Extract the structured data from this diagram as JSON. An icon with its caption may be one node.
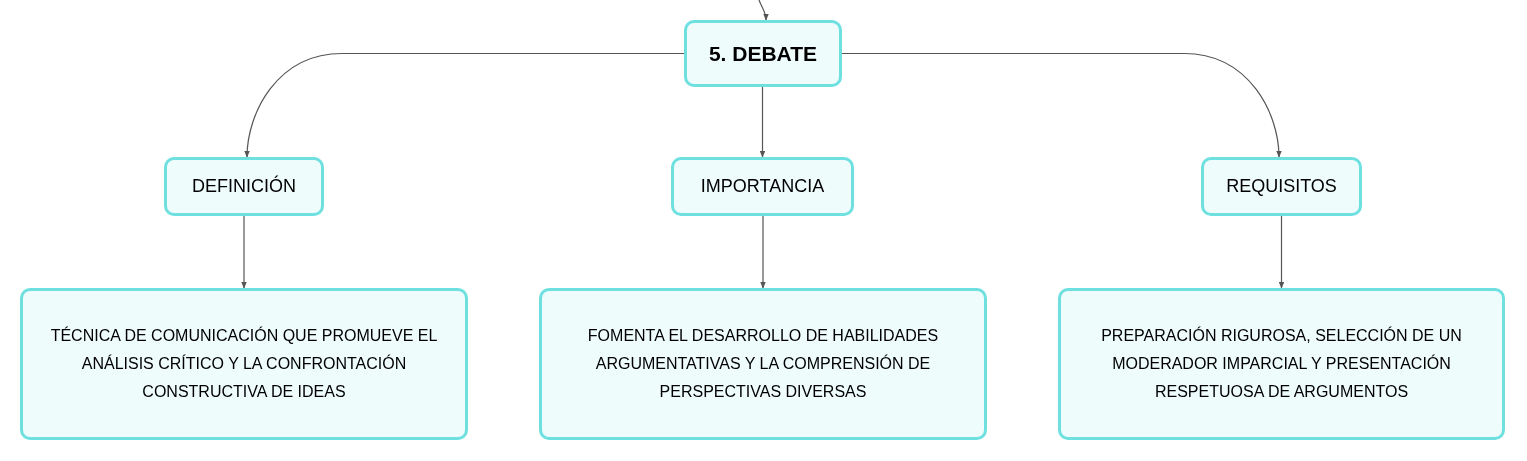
{
  "diagram": {
    "nodes": [
      {
        "text": [
          "5. DEBATE"
        ]
      },
      {
        "text": [
          "DEFINICIÓN"
        ]
      },
      {
        "text": [
          "IMPORTANCIA"
        ]
      },
      {
        "text": [
          "REQUISITOS"
        ]
      },
      {
        "text": [
          "TÉCNICA DE COMUNICACIÓN QUE PROMUEVE EL ANÁLISIS CRÍTICO Y LA CONFRONTACIÓN CONSTRUCTIVA DE IDEAS"
        ]
      },
      {
        "text": [
          "FOMENTA EL DESARROLLO DE HABILIDADES ARGUMENTATIVAS Y LA COMPRENSIÓN DE PERSPECTIVAS DIVERSAS"
        ]
      },
      {
        "text": [
          "PREPARACIÓN RIGUROSA, SELECCIÓN DE UN MODERADOR IMPARCIAL Y PRESENTACIÓN RESPETUOSA DE ARGUMENTOS"
        ]
      }
    ],
    "edges": [
      {
        "from": null,
        "to": 0,
        "arrow": "to"
      },
      {
        "from": 0,
        "to": 1,
        "arrow": "to"
      },
      {
        "from": 0,
        "to": 2,
        "arrow": "to"
      },
      {
        "from": 0,
        "to": 3,
        "arrow": "to"
      },
      {
        "from": 1,
        "to": 4,
        "arrow": "to"
      },
      {
        "from": 2,
        "to": 5,
        "arrow": "to"
      },
      {
        "from": 3,
        "to": 6,
        "arrow": "to"
      }
    ]
  }
}
